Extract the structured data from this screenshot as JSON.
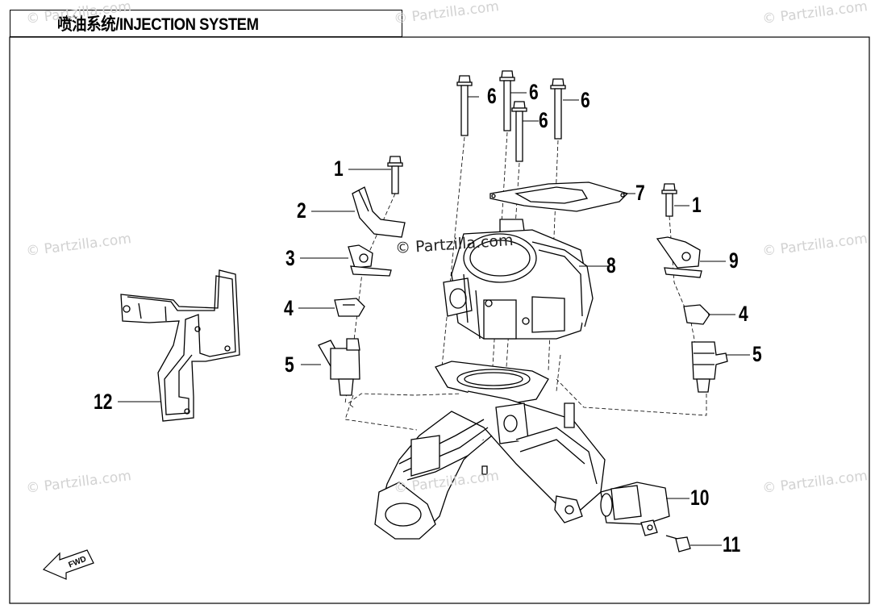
{
  "title": "喷油系统/INJECTION SYSTEM",
  "watermark": "© Partzilla.com",
  "center_watermark": "© Partzilla.com",
  "fwd_label": "FWD",
  "callouts": {
    "c1_left": "1",
    "c2": "2",
    "c3": "3",
    "c4_left": "4",
    "c5_left": "5",
    "c6_a": "6",
    "c6_b": "6",
    "c6_c": "6",
    "c6_d": "6",
    "c7": "7",
    "c8": "8",
    "c1_right": "1",
    "c9": "9",
    "c4_right": "4",
    "c5_right": "5",
    "c10": "10",
    "c11": "11",
    "c12": "12"
  },
  "colors": {
    "line": "#000000",
    "watermark": "#d2d2d2",
    "background": "#ffffff"
  }
}
